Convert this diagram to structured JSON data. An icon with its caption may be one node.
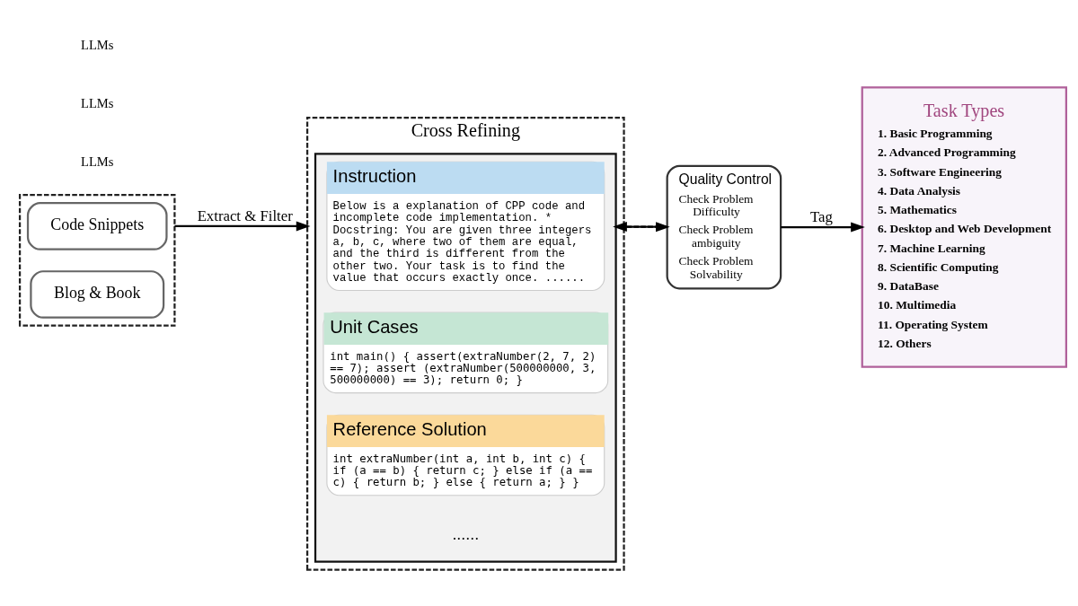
{
  "diagram": {
    "nodes": [
      {
        "text": [],
        "shape": "box"
      },
      {
        "text": [
          "Code Snippets"
        ],
        "in": 0
      },
      {
        "text": [
          "Blog & Book"
        ],
        "in": 0
      },
      {
        "text": [
          "Cross Refining"
        ]
      },
      {
        "text": [],
        "shape": "box",
        "in": 3
      },
      {
        "text": [
          "Instruction",
          "Below is a explanation of CPP code and incomplete code implementation. * Docstring: You are given three integers a, b, c, where two of them are equal, and the third is different from the other two. Your task is to find the value that occurs exactly once. ......"
        ],
        "in": 4
      },
      {
        "text": [
          "Unit Cases",
          "int main() { assert(extraNumber(2, 7, 2) == 7); assert (extraNumber(500000000, 3, 500000000) == 3); return 0; }"
        ],
        "in": 4
      },
      {
        "text": [
          "Reference Solution",
          "int extraNumber(int a, int b, int c) { if (a == b) { return c; } else if (a == c) { return b; } else { return a; } }"
        ],
        "in": 4
      },
      {
        "text": [
          "Quality Control",
          "Check Problem Difficulty",
          "Check Problem ambiguity",
          "Check Problem Solvability"
        ]
      },
      {
        "text": [
          "Task Types",
          "1. Basic Programming",
          "2. Advanced Programming",
          "3. Software Engineering",
          "4. Data Analysis",
          "5. Mathematics",
          "6. Desktop and Web Development",
          "7. Machine Learning",
          "8. Scientific Computing",
          "9. DataBase",
          "10. Multimedia",
          "11. Operating System",
          "12. Others"
        ]
      }
    ],
    "edges": [
      {
        "from": 0,
        "to": 3,
        "arrow": "to",
        "label": "Extract & Filter"
      },
      {
        "from": 4,
        "to": 8,
        "arrow": "to"
      },
      {
        "from": 8,
        "to": 4,
        "arrow": "to",
        "style": "dashed"
      },
      {
        "from": 8,
        "to": 9,
        "arrow": "to",
        "label": "Tag"
      }
    ],
    "labels": [
      "LLMs",
      "......",
      "LLMs",
      "LLMs"
    ]
  }
}
